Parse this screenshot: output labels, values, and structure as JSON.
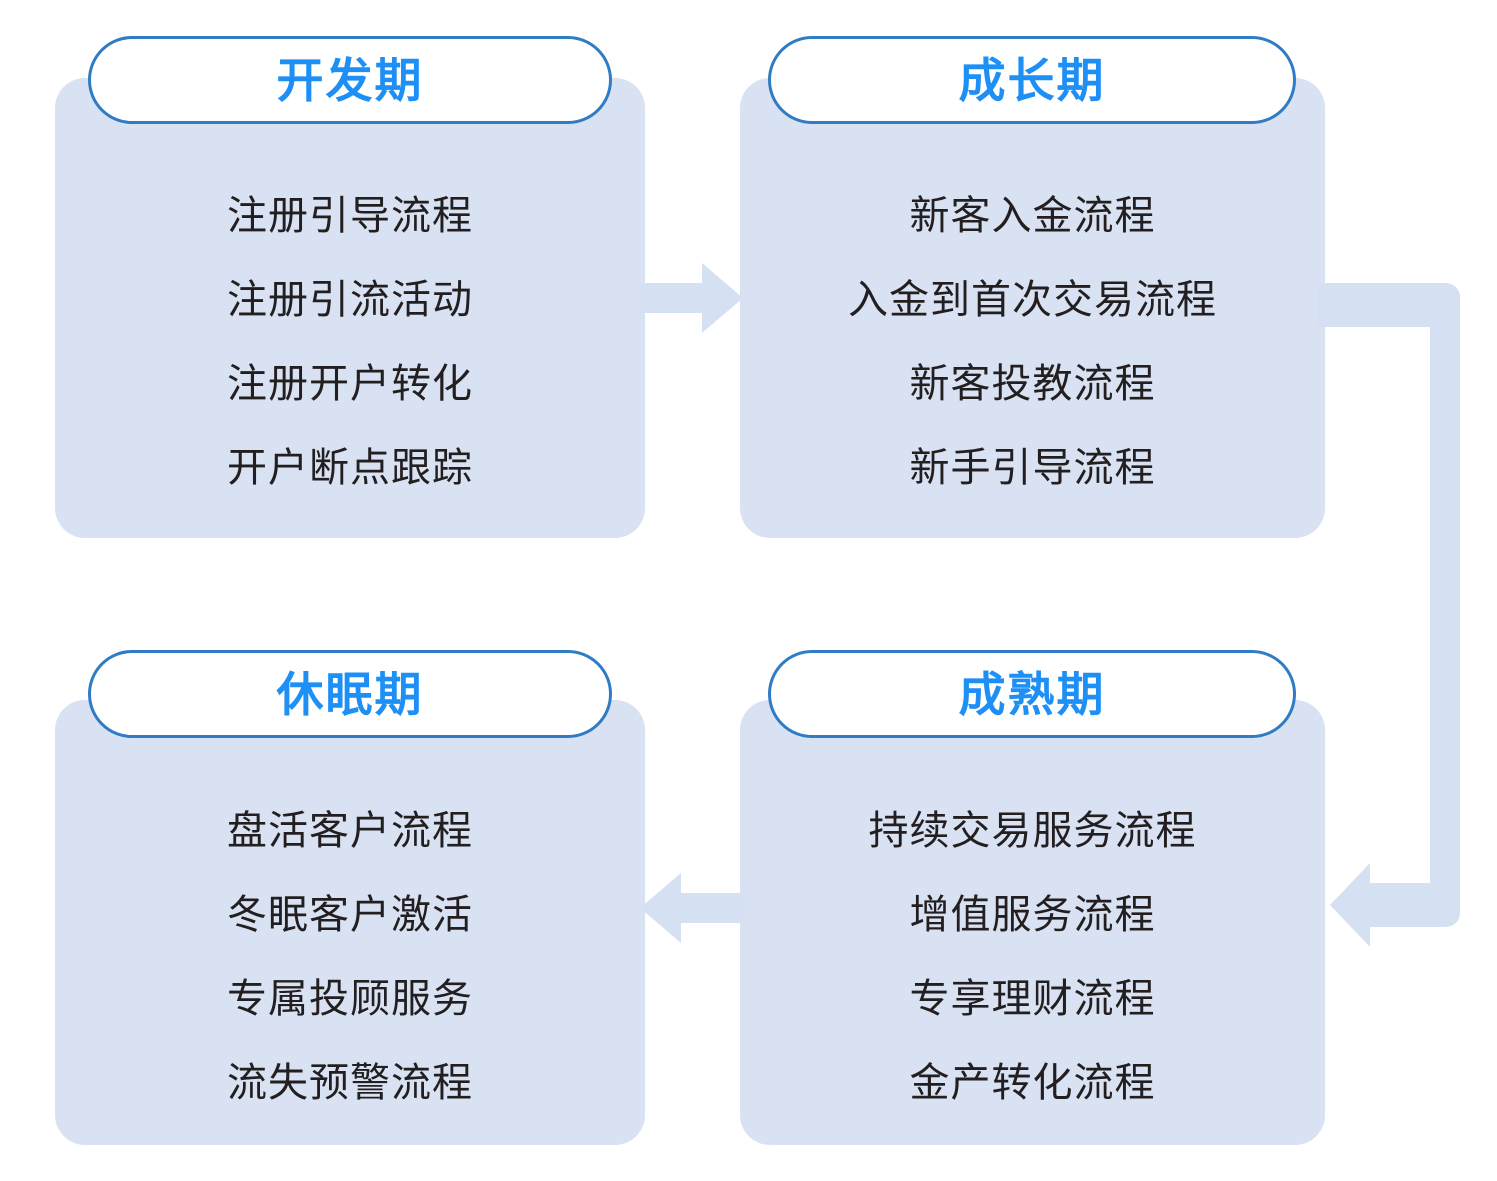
{
  "diagram": {
    "title_semantic": "customer-lifecycle-stage-flow",
    "colors": {
      "card_fill": "#d8e2f2",
      "pill_border": "#2f7cc4",
      "pill_fill": "#ffffff",
      "pill_text": "#1e90f5",
      "item_text": "#231f20",
      "arrow_fill": "#d5e1f2",
      "background": "#ffffff"
    },
    "stages": [
      {
        "id": "development",
        "title": "开发期",
        "items": [
          "注册引导流程",
          "注册引流活动",
          "注册开户转化",
          "开户断点跟踪"
        ]
      },
      {
        "id": "growth",
        "title": "成长期",
        "items": [
          "新客入金流程",
          "入金到首次交易流程",
          "新客投教流程",
          "新手引导流程"
        ]
      },
      {
        "id": "dormant",
        "title": "休眠期",
        "items": [
          "盘活客户流程",
          "冬眠客户激活",
          "专属投顾服务",
          "流失预警流程"
        ]
      },
      {
        "id": "mature",
        "title": "成熟期",
        "items": [
          "持续交易服务流程",
          "增值服务流程",
          "专享理财流程",
          "金产转化流程"
        ]
      }
    ],
    "connectors": [
      {
        "id": "development-to-growth",
        "icon": "arrow-right-icon",
        "direction": "right"
      },
      {
        "id": "growth-to-mature",
        "icon": "elbow-arrow-down-left-icon",
        "direction": "down-then-left"
      },
      {
        "id": "mature-to-dormant",
        "icon": "arrow-left-icon",
        "direction": "left"
      }
    ]
  }
}
